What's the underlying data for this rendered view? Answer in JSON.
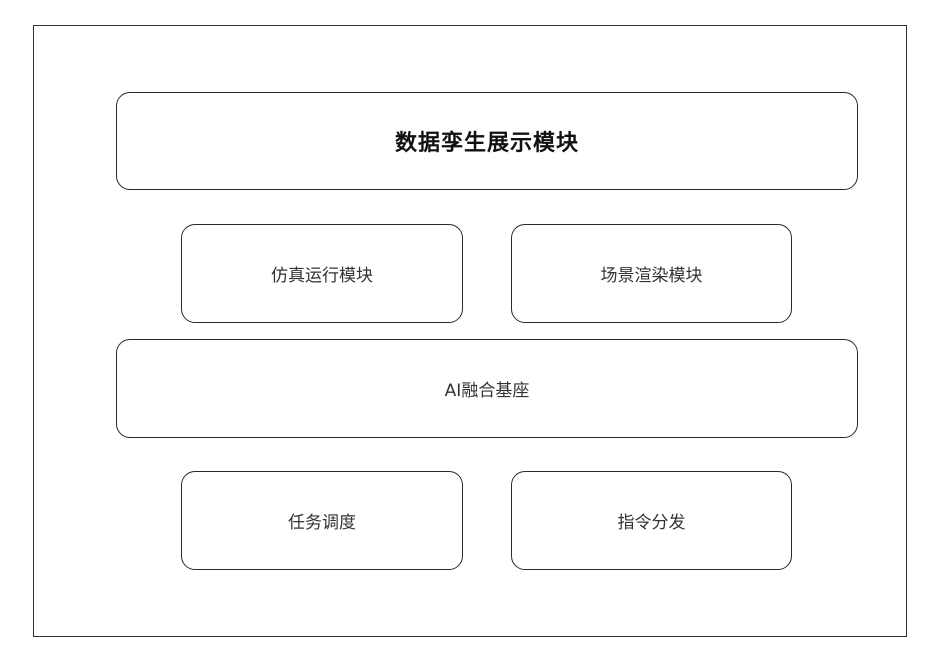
{
  "diagram": {
    "top_module": "数据孪生展示模块",
    "row2": {
      "left": "仿真运行模块",
      "right": "场景渲染模块"
    },
    "middle_base": "AI融合基座",
    "row4": {
      "left": "任务调度",
      "right": "指令分发"
    }
  }
}
